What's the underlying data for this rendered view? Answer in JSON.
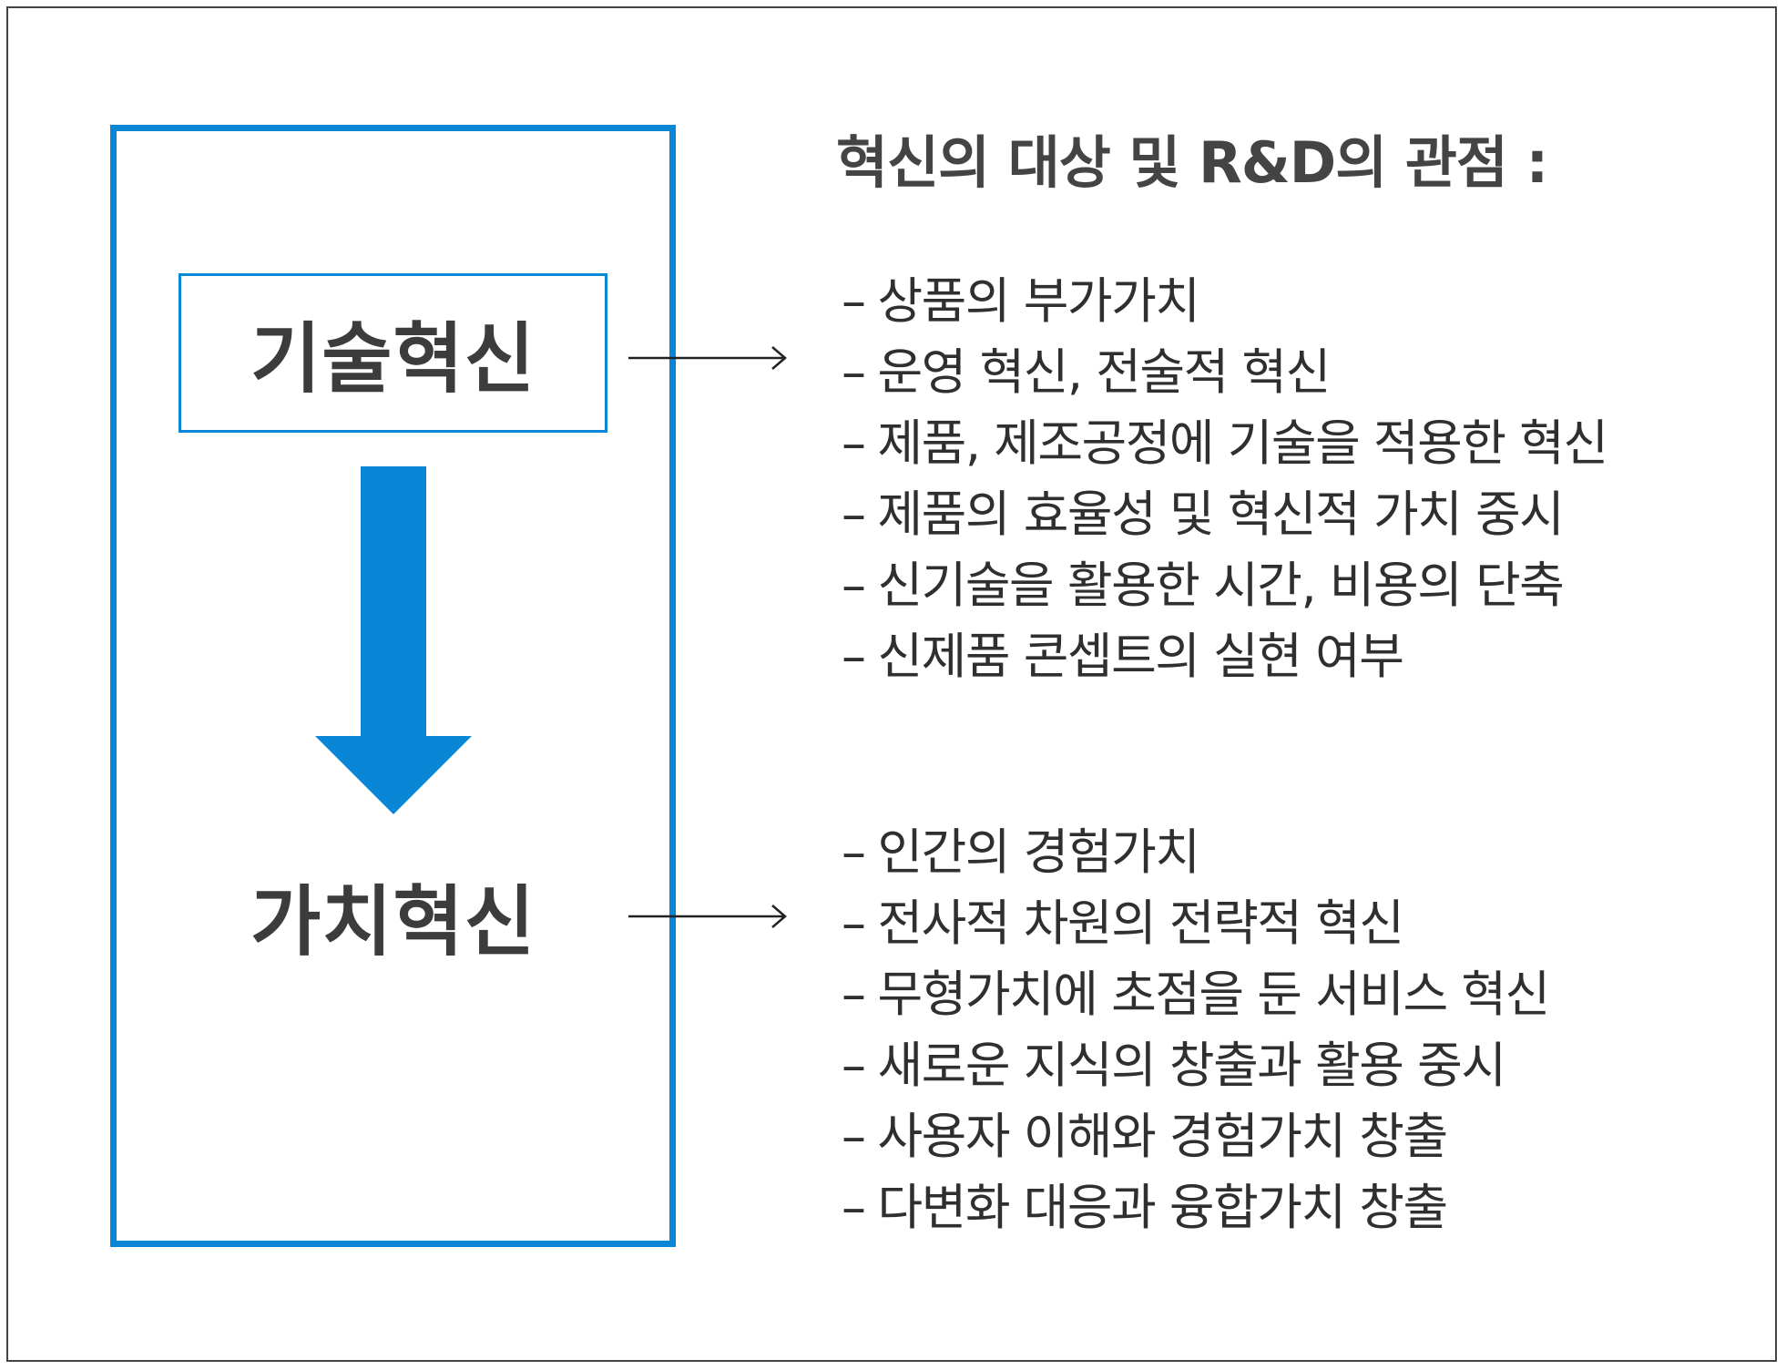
{
  "left_panel": {
    "top_label": "기술혁신",
    "bottom_label": "가치혁신"
  },
  "right_panel": {
    "heading": "혁신의 대상 및 R&D의 관점 :",
    "bullet_marker": "–",
    "tech_items": [
      "상품의 부가가치",
      "운영 혁신, 전술적 혁신",
      "제품, 제조공정에 기술을 적용한 혁신",
      "제품의 효율성 및 혁신적 가치 중시",
      "신기술을 활용한 시간, 비용의 단축",
      "신제품 콘셉트의 실현 여부"
    ],
    "value_items": [
      "인간의 경험가치",
      "전사적 차원의 전략적 혁신",
      "무형가치에 초점을 둔 서비스 혁신",
      "새로운 지식의 창출과 활용 중시",
      "사용자 이해와 경험가치 창출",
      "다변화 대응과 융합가치 창출"
    ]
  },
  "colors": {
    "accent_blue": "#0a86d6",
    "text_dark": "#333333",
    "border": "#444444"
  }
}
